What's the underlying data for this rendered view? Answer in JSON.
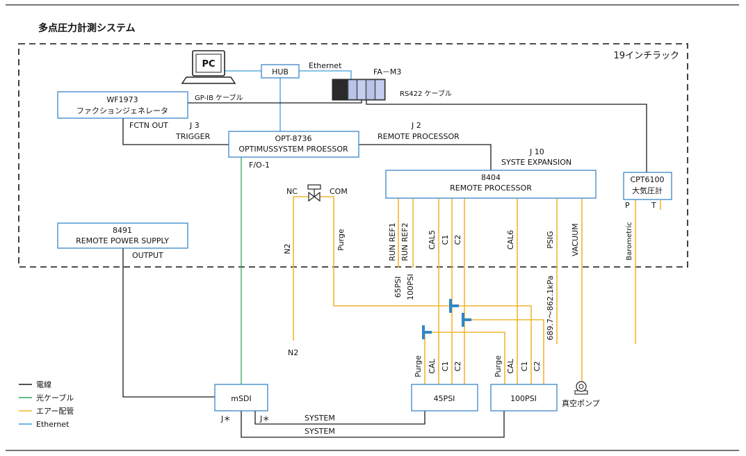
{
  "title": "多点圧力計測システム",
  "rack_label": "19インチラック",
  "devices": {
    "pc": "PC",
    "hub": "HUB",
    "fa_m3": "FA－M3",
    "wf_line1": "WF1973",
    "wf_line2": "ファクションジェネレータ",
    "opt_line1": "OPT-8736",
    "opt_line2": "OPTIMUSSYSTEM PROESSOR",
    "rp_line1": "8404",
    "rp_line2": "REMOTE PROCESSOR",
    "cpt_line1": "CPT6100",
    "cpt_line2": "大気圧計",
    "ps_line1": "8491",
    "ps_line2": "REMOTE POWER SUPPLY",
    "msdi": "mSDI",
    "psi45": "45PSI",
    "psi100": "100PSI"
  },
  "labels": {
    "ethernet": "Ethernet",
    "gpib": "GP-IB ケーブル",
    "rs422": "RS422 ケーブル",
    "fctn_out": "FCTN OUT",
    "j3": "J 3",
    "trigger": "TRIGGER",
    "j2": "J 2",
    "remote_processor": "REMOTE PROCESSOR",
    "j10": "J 10",
    "syste_expansion": "SYSTE EXPANSION",
    "fo1": "F/O-1",
    "nc": "NC",
    "com": "COM",
    "output": "OUTPUT",
    "p": "P",
    "t": "T",
    "n2_top": "N2",
    "purge_top": "Purge",
    "run_ref1": "RUN REF1",
    "run_ref2": "RUN REF2",
    "cal5": "CAL5",
    "c1_top": "C1",
    "c2_top": "C2",
    "cal6": "CAL6",
    "psig": "PSIG",
    "vacuum": "VACUUM",
    "barometric": "Barometric",
    "psi65": "65PSI",
    "psi100_port": "100PSI",
    "range": "689.7～862.1kPa",
    "n2_bottom": "N2",
    "purge_45": "Purge",
    "cal_45": "CAL",
    "c1_45": "C1",
    "c2_45": "C2",
    "purge_100": "Purge",
    "cal_100": "CAL",
    "c1_100": "C1",
    "c2_100": "C2",
    "vacuum_pump": "真空ポンプ",
    "j_star_1": "J＊",
    "j_star_2": "J＊",
    "system_1": "SYSTEM",
    "system_2": "SYSTEM"
  },
  "legend": [
    {
      "label": "電線",
      "color": "#1a1a1a"
    },
    {
      "label": "光ケーブル",
      "color": "#2fa65a"
    },
    {
      "label": "エアー配管",
      "color": "#f2b632"
    },
    {
      "label": "Ethernet",
      "color": "#3a9fd8"
    }
  ]
}
